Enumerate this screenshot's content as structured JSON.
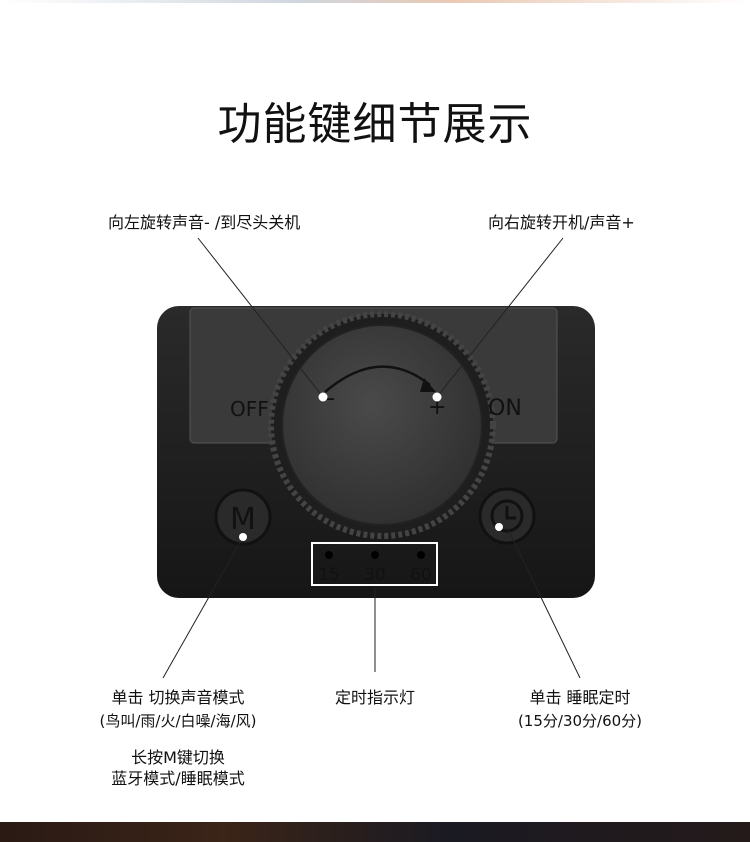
{
  "title": "功能键细节展示",
  "callouts": {
    "left_rotate": "向左旋转声音- /到尽头关机",
    "right_rotate": "向右旋转开机/声音+",
    "mode_button": {
      "line1": "单击 切换声音模式",
      "line2": "(鸟叫/雨/火/白噪/海/风)",
      "line3": "长按M键切换",
      "line4": "蓝牙模式/睡眠模式"
    },
    "timer_indicator": "定时指示灯",
    "timer_button": {
      "line1": "单击 睡眠定时",
      "line2": "(15分/30分/60分)"
    }
  },
  "device": {
    "off_label": "OFF",
    "on_label": "ON",
    "minus_sign": "−",
    "plus_sign": "+",
    "m_button_label": "M",
    "timer_options": [
      "15",
      "30",
      "60"
    ]
  }
}
